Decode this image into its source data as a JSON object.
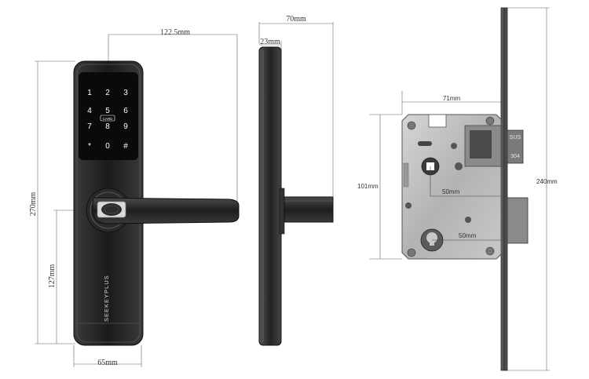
{
  "dimensions": {
    "handle_width": "122.5mm",
    "height": "270mm",
    "lower_height": "127mm",
    "front_width": "65mm",
    "depth": "70mm",
    "side_thickness": "23mm",
    "mortise_width": "71mm",
    "mortise_height": "101mm",
    "faceplate_height": "240mm",
    "backset": "50mm",
    "cylinder_offset": "50mm"
  },
  "keypad": {
    "keys": [
      "1",
      "2",
      "3",
      "4",
      "5",
      "6",
      "7",
      "8",
      "9",
      "*",
      "0",
      "#"
    ],
    "card_label": "CARD"
  },
  "brand": "SEEKEYPLUS",
  "latch_marking": [
    "SUS",
    "304"
  ],
  "colors": {
    "lock_body": "#1c1c1c",
    "keypad_panel": "#0a0a0a",
    "handle": "#262626",
    "mortise_plate": "#b9b9b9",
    "faceplate": "#4a4a4a",
    "dimension_line": "#555555"
  }
}
